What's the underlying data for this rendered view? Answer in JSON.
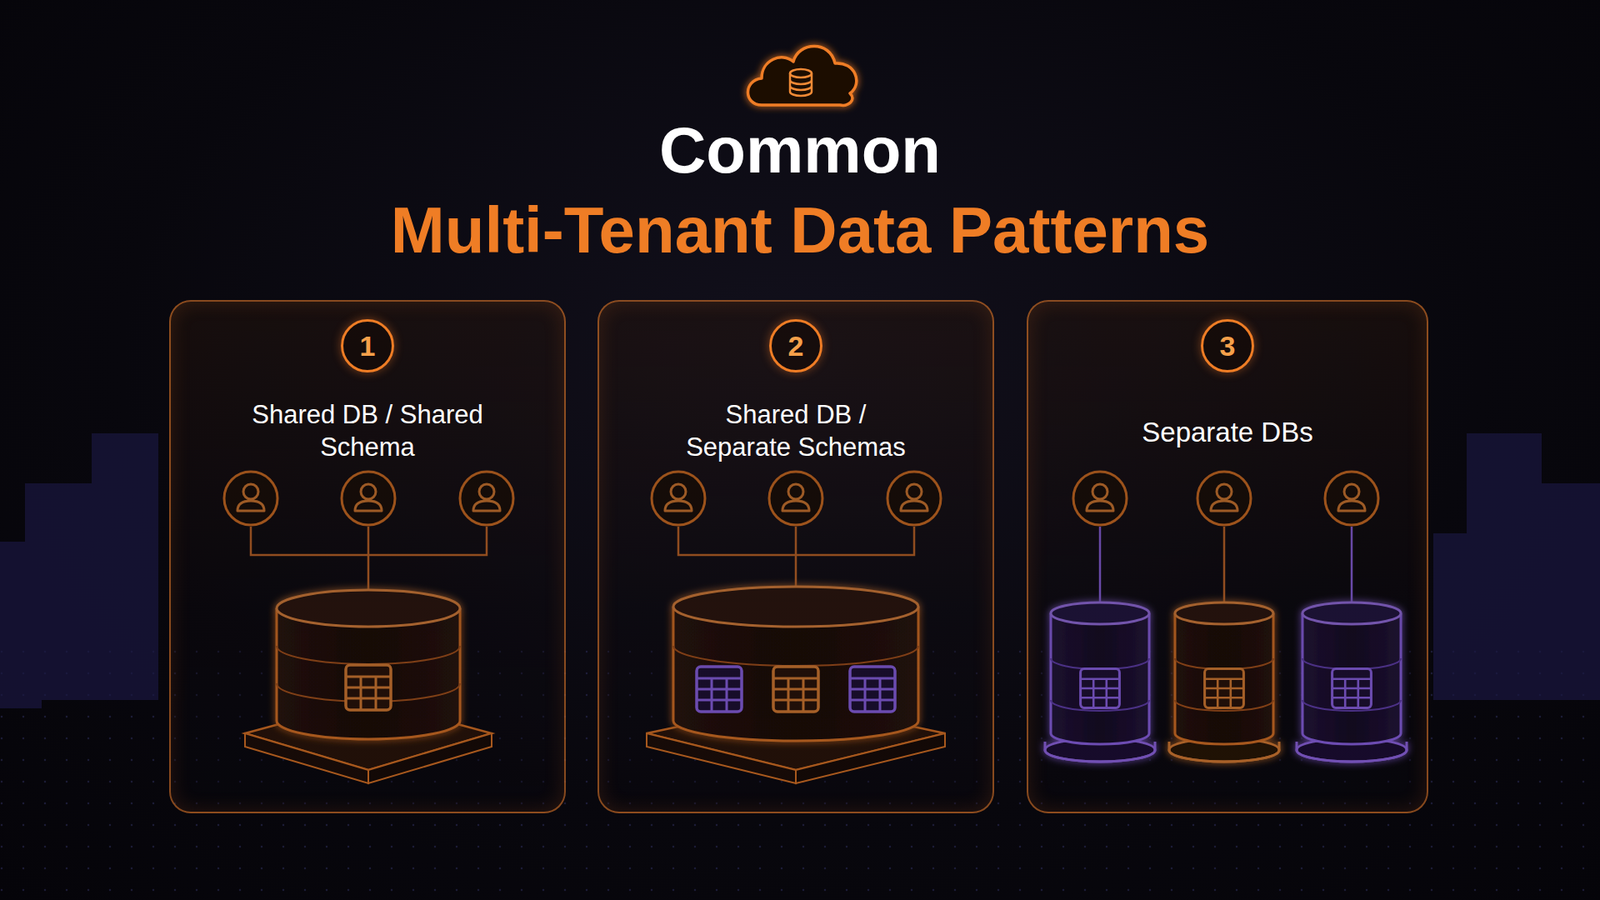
{
  "diagram": {
    "title": "Common",
    "nodes": [
      {
        "text": [
          "Shared DB / Shared Schema"
        ]
      },
      {
        "text": [
          "1"
        ],
        "in": 0
      },
      {
        "text": [
          "Shared DB / Separate Schemas"
        ]
      },
      {
        "text": [
          "2"
        ],
        "in": 2
      },
      {
        "text": [
          "Separate DBs"
        ]
      },
      {
        "text": [
          "3"
        ],
        "in": 4
      }
    ],
    "labels": [
      "Multi-Tenant Data Patterns"
    ]
  }
}
